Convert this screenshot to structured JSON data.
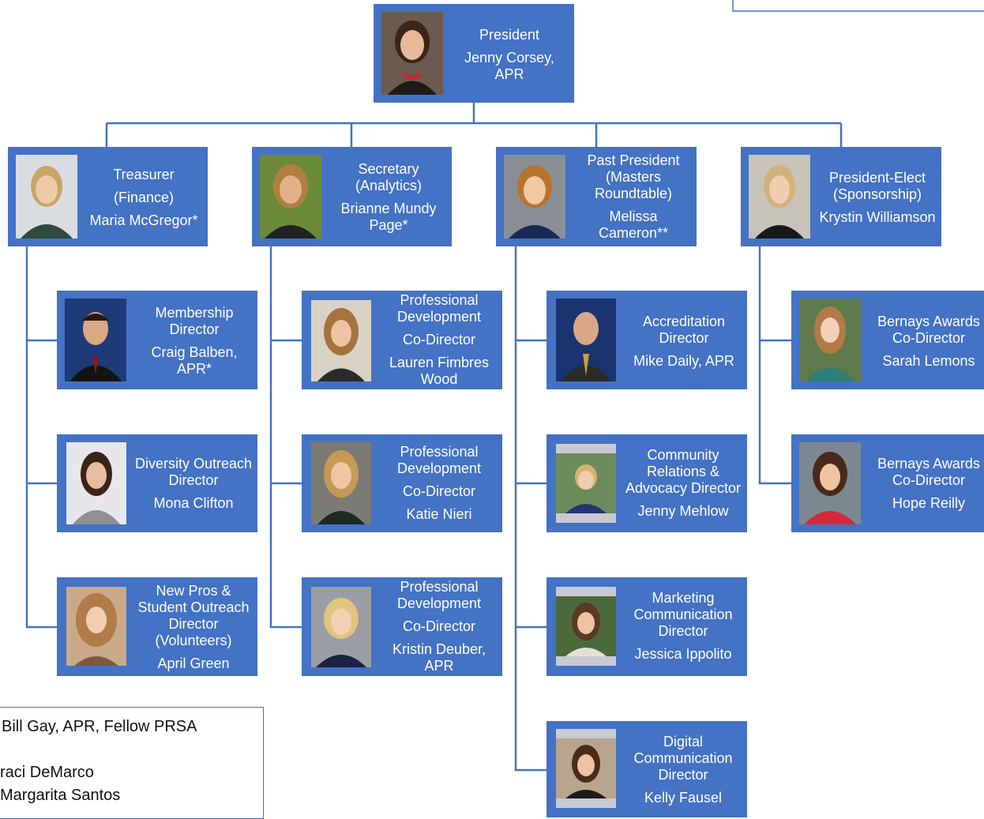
{
  "president": {
    "role": "President",
    "name": "Jenny Corsey, APR"
  },
  "treasurer": {
    "role": "Treasurer",
    "sub": "(Finance)",
    "name": "Maria McGregor*"
  },
  "secretary": {
    "role": "Secretary (Analytics)",
    "name": "Brianne Mundy Page*"
  },
  "past_president": {
    "role": "Past President (Masters Roundtable)",
    "name": "Melissa Cameron**"
  },
  "president_elect": {
    "role": "President-Elect (Sponsorship)",
    "name": "Krystin Williamson"
  },
  "membership": {
    "role": "Membership Director",
    "name": "Craig Balben, APR*"
  },
  "diversity": {
    "role": "Diversity Outreach Director",
    "name": "Mona Clifton"
  },
  "newpros": {
    "role": "New Pros & Student Outreach Director (Volunteers)",
    "name": "April Green"
  },
  "pd1": {
    "role": "Professional Development",
    "title": "Co-Director",
    "name": "Lauren Fimbres Wood"
  },
  "pd2": {
    "role": "Professional Development",
    "title": "Co-Director",
    "name": "Katie Nieri"
  },
  "pd3": {
    "role": "Professional Development",
    "title": "Co-Director",
    "name": "Kristin Deuber, APR"
  },
  "accreditation": {
    "role": "Accreditation Director",
    "name": "Mike Daily, APR"
  },
  "community": {
    "role": "Community Relations & Advocacy Director",
    "name": "Jenny Mehlow"
  },
  "marketing": {
    "role": "Marketing Communication Director",
    "name": "Jessica Ippolito"
  },
  "digital": {
    "role": "Digital Communication Director",
    "name": "Kelly Fausel"
  },
  "bernays1": {
    "role": "Bernays Awards Co-Director",
    "name": "Sarah Lemons"
  },
  "bernays2": {
    "role": "Bernays Awards Co-Director",
    "name": "Hope Reilly"
  },
  "notes": {
    "line1": "Bill Gay, APR, Fellow PRSA",
    "line2": "raci DeMarco",
    "line3": "Margarita Santos"
  },
  "colors": {
    "box": "#4472c4",
    "connector": "#4472c4",
    "text": "#ffffff"
  }
}
